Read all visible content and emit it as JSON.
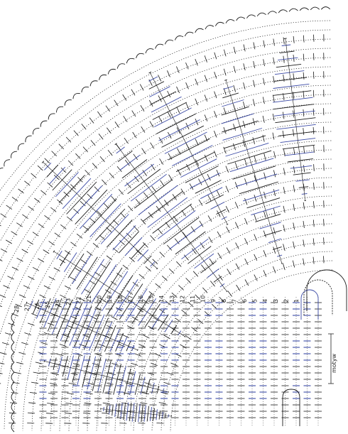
{
  "diagram": {
    "type": "crochet-chart",
    "row_labels": [
      "1",
      "2",
      "3",
      "4",
      "5",
      "6",
      "7",
      "8",
      "9",
      "10",
      "11",
      "12",
      "13",
      "14",
      "15",
      "16",
      "17",
      "18",
      "19",
      "20",
      "21",
      "22",
      "23",
      "24",
      "25",
      "26",
      "27",
      "28"
    ],
    "motif_label": "motyw",
    "colors": {
      "ink": "#1a1a1a",
      "accent": "#3b4aa6",
      "background": "#ffffff"
    },
    "fan_petal_count": 9
  }
}
